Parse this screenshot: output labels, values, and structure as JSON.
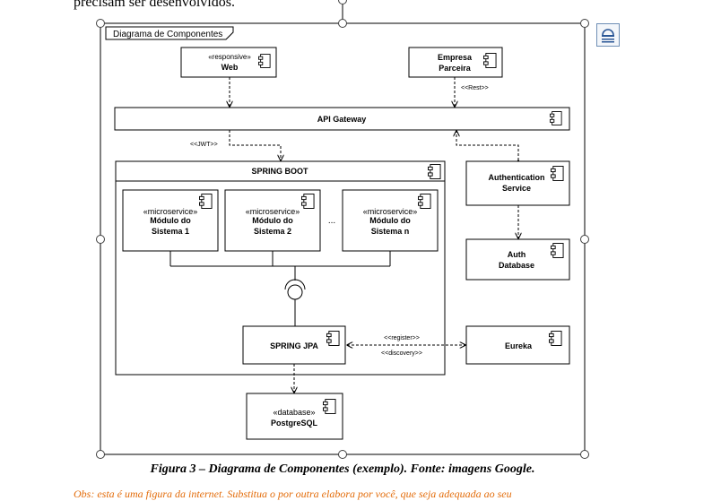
{
  "document": {
    "text_above": "precisam ser desenvolvidos.",
    "caption": "Figura 3 – Diagrama de Componentes (exemplo). Fonte: imagens Google.",
    "note": "Obs: esta é uma figura da internet. Substitua o por outra elabora por você, que seja adequada ao seu"
  },
  "diagram": {
    "frame_label": "Diagrama de Componentes",
    "web": {
      "stereotype": "«responsive»",
      "name": "Web"
    },
    "partner": {
      "line1": "Empresa",
      "line2": "Parceira"
    },
    "rest_label": "<<Rest>>",
    "gateway": "API Gateway",
    "jwt_label": "<<JWT>>",
    "spring_boot": "SPRING BOOT",
    "modules": [
      {
        "stereotype": "«microservice»",
        "line1": "Módulo do",
        "line2": "Sistema 1"
      },
      {
        "stereotype": "«microservice»",
        "line1": "Módulo do",
        "line2": "Sistema 2"
      },
      {
        "stereotype": "«microservice»",
        "line1": "Módulo do",
        "line2": "Sistema n"
      }
    ],
    "ellipsis": "...",
    "auth_service": {
      "line1": "Authentication",
      "line2": "Service"
    },
    "auth_db": {
      "line1": "Auth",
      "line2": "Database"
    },
    "spring_jpa": "SPRING JPA",
    "register_label": "<<register>>",
    "discovery_label": "<<discovery>>",
    "eureka": "Eureka",
    "postgres": {
      "stereotype": "«database»",
      "name": "PostgreSQL"
    }
  },
  "colors": {
    "line": "#000000",
    "box_fill": "#ffffff",
    "note": "#e36c0a",
    "handle_fill": "#ffffff"
  },
  "icons": {
    "layout_options": "layout-options-icon",
    "component": "component-icon"
  }
}
